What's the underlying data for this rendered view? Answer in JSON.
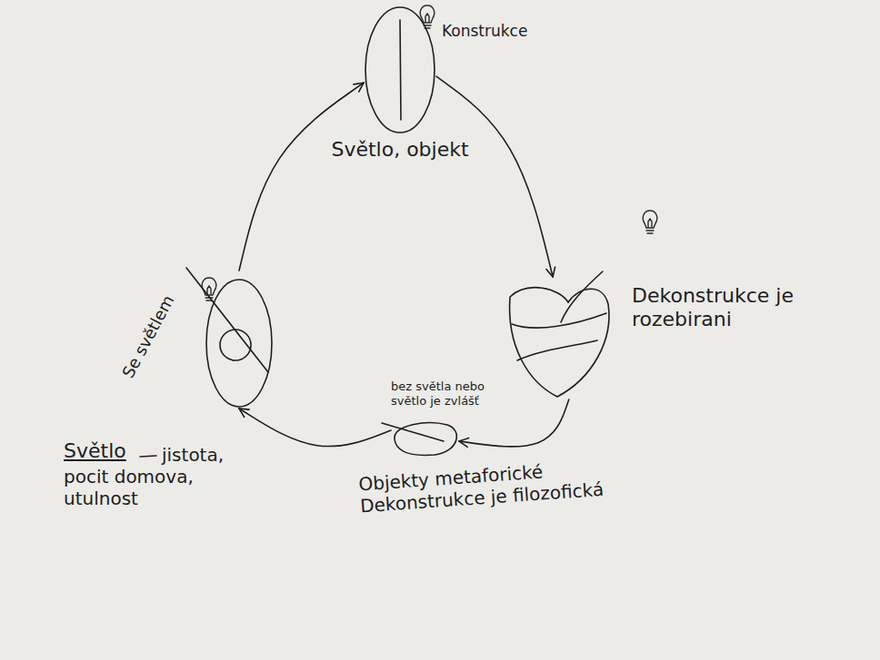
{
  "diagram": {
    "nodes": [
      {
        "text": [
          "Konstrukce",
          "Světlo, objekt"
        ]
      },
      {
        "text": [
          "Dekonstrukce je rozebirani"
        ]
      },
      {
        "text": [
          "bez světla nebo světlo je zvlášť",
          "Objekty metaforické Dekonstrukce je filozofická"
        ]
      },
      {
        "text": [
          "Se světlem"
        ]
      }
    ],
    "edges": [
      {
        "from": 0,
        "to": 1,
        "arrow": "to"
      },
      {
        "from": 1,
        "to": 2,
        "arrow": "to"
      },
      {
        "from": 2,
        "to": 3,
        "arrow": "to"
      },
      {
        "from": 3,
        "to": 0,
        "arrow": "to"
      }
    ],
    "labels": [
      "Světlo",
      "jistota, pocit domova, utulnost"
    ]
  }
}
